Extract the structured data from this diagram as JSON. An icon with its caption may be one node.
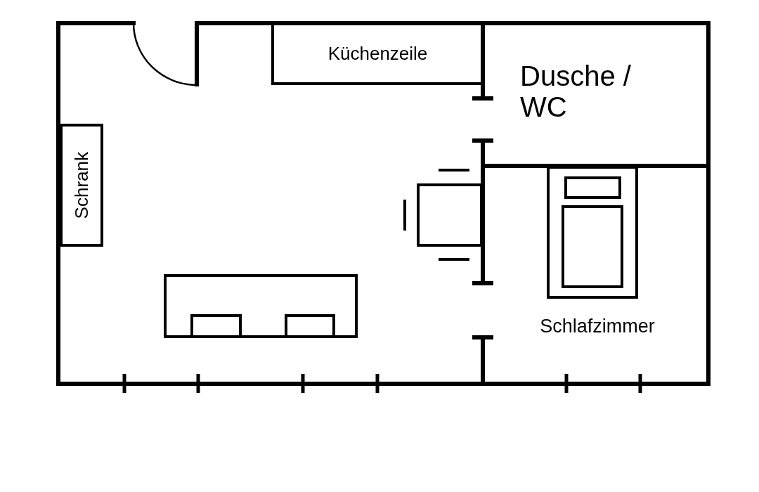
{
  "diagram": {
    "nodes": [
      {
        "text": [
          "Küchenzeile"
        ]
      },
      {
        "text": [
          "Dusche / WC"
        ]
      },
      {
        "text": [
          "Schrank"
        ]
      },
      {
        "text": [
          "Schlafzimmer"
        ]
      }
    ]
  }
}
